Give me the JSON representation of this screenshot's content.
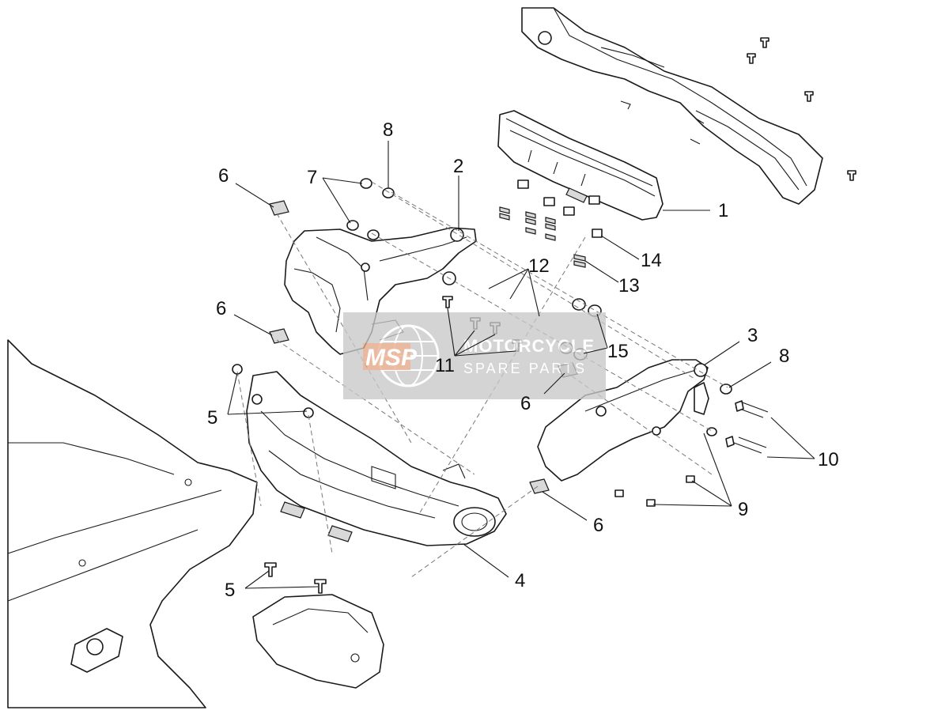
{
  "diagram": {
    "callouts": [
      {
        "id": "c1",
        "text": "1"
      },
      {
        "id": "c2",
        "text": "2"
      },
      {
        "id": "c3",
        "text": "3"
      },
      {
        "id": "c4",
        "text": "4"
      },
      {
        "id": "c5a",
        "text": "5"
      },
      {
        "id": "c5b",
        "text": "5"
      },
      {
        "id": "c6a",
        "text": "6"
      },
      {
        "id": "c6b",
        "text": "6"
      },
      {
        "id": "c6c",
        "text": "6"
      },
      {
        "id": "c6d",
        "text": "6"
      },
      {
        "id": "c7",
        "text": "7"
      },
      {
        "id": "c8a",
        "text": "8"
      },
      {
        "id": "c8b",
        "text": "8"
      },
      {
        "id": "c9",
        "text": "9"
      },
      {
        "id": "c10",
        "text": "10"
      },
      {
        "id": "c11",
        "text": "11"
      },
      {
        "id": "c12",
        "text": "12"
      },
      {
        "id": "c13",
        "text": "13"
      },
      {
        "id": "c14",
        "text": "14"
      },
      {
        "id": "c15",
        "text": "15"
      }
    ],
    "watermark": {
      "logo": "MSP",
      "line1": "MOTORCYCLE",
      "line2": "SPARE PARTS",
      "color": "#c8c8c8",
      "logo_color": "#e8a07a"
    }
  }
}
